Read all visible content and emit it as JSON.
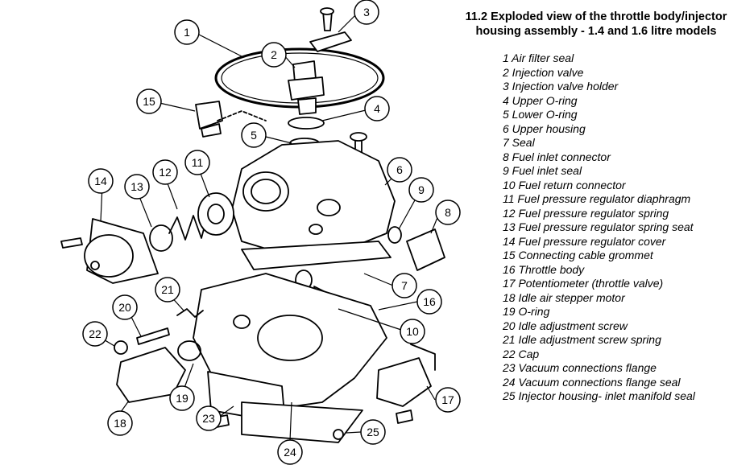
{
  "caption": {
    "line1": "11.2 Exploded view of the throttle body/injector",
    "line2": "housing assembly - 1.4 and 1.6 litre models"
  },
  "legend": [
    "1 Air filter seal",
    "2 Injection valve",
    "3 Injection valve holder",
    "4 Upper O-ring",
    "5 Lower O-ring",
    "6 Upper housing",
    "7 Seal",
    "8 Fuel inlet connector",
    "9 Fuel inlet seal",
    "10 Fuel return connector",
    "11 Fuel pressure regulator diaphragm",
    "12 Fuel pressure regulator spring",
    "13 Fuel pressure regulator spring seat",
    "14 Fuel pressure regulator cover",
    "15 Connecting cable grommet",
    "16 Throttle body",
    "17 Potentiometer (throttle valve)",
    "18 Idle air stepper motor",
    "19 O-ring",
    "20 Idle adjustment screw",
    "21 Idle adjustment screw spring",
    "22 Cap",
    "23 Vacuum connections flange",
    "24 Vacuum connections flange seal",
    "25 Injector housing- inlet manifold seal"
  ],
  "callouts": [
    "1",
    "2",
    "3",
    "4",
    "5",
    "6",
    "7",
    "8",
    "9",
    "10",
    "11",
    "12",
    "13",
    "14",
    "15",
    "16",
    "17",
    "18",
    "19",
    "20",
    "21",
    "22",
    "23",
    "24",
    "25"
  ]
}
